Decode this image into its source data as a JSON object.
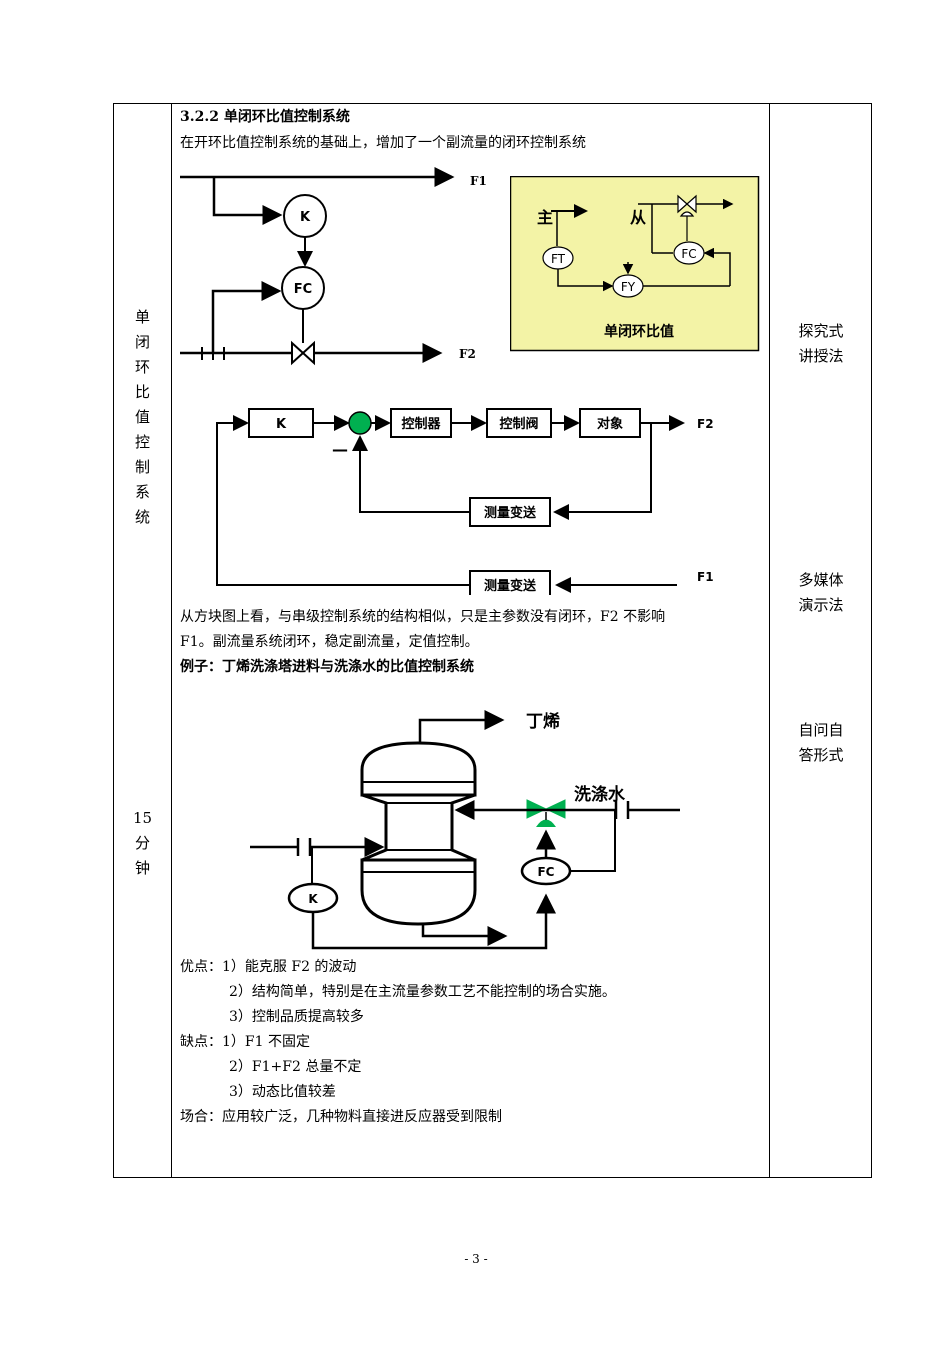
{
  "left_col": {
    "topic_chars": [
      "单",
      "闭",
      "环",
      "比",
      "值",
      "控",
      "制",
      "系",
      "统"
    ],
    "time_chars": [
      "15",
      "分",
      "钟"
    ]
  },
  "right_col": {
    "method1": [
      "探究式",
      "讲授法"
    ],
    "method2": [
      "多媒体",
      "演示法"
    ],
    "method3": [
      "自问自",
      "答形式"
    ]
  },
  "content": {
    "heading": "3.2.2 单闭环比值控制系统",
    "intro": "在开环比值控制系统的基础上，增加了一个副流量的闭环控制系统",
    "analysis_1": "从方块图上看，与串级控制系统的结构相似，只是主参数没有闭环，F2 不影响",
    "analysis_2": "F1。副流量系统闭环，稳定副流量，定值控制。",
    "example": "例子：丁烯洗涤塔进料与洗涤水的比值控制系统",
    "pros_1": "优点：1）能克服 F2 的波动",
    "pros_2": "2）结构简单，特别是在主流量参数工艺不能控制的场合实施。",
    "pros_3": "3）控制品质提高较多",
    "cons_1": "缺点：1）F1 不固定",
    "cons_2": "2）F1+F2 总量不定",
    "cons_3": "3）动态比值较差",
    "usage": "场合：应用较广泛，几种物料直接进反应器受到限制"
  },
  "diagram1": {
    "f1": "F1",
    "f2": "F2",
    "k": "K",
    "fc": "FC"
  },
  "inset": {
    "main": "主",
    "sub": "从",
    "ft": "FT",
    "fy": "FY",
    "fc": "FC",
    "caption": "单闭环比值",
    "bg_color": "#f3f3a6"
  },
  "block": {
    "k": "K",
    "controller": "控制器",
    "valve": "控制阀",
    "object": "对象",
    "measure1": "测量变送",
    "measure2": "测量变送",
    "f2": "F2",
    "f1": "F1",
    "minus": "—",
    "circle_color": "#00b050"
  },
  "tower": {
    "butene": "丁烯",
    "water": "洗涤水",
    "fc": "FC",
    "k": "K",
    "valve_color": "#00b050"
  },
  "page_number": "- 3 -"
}
